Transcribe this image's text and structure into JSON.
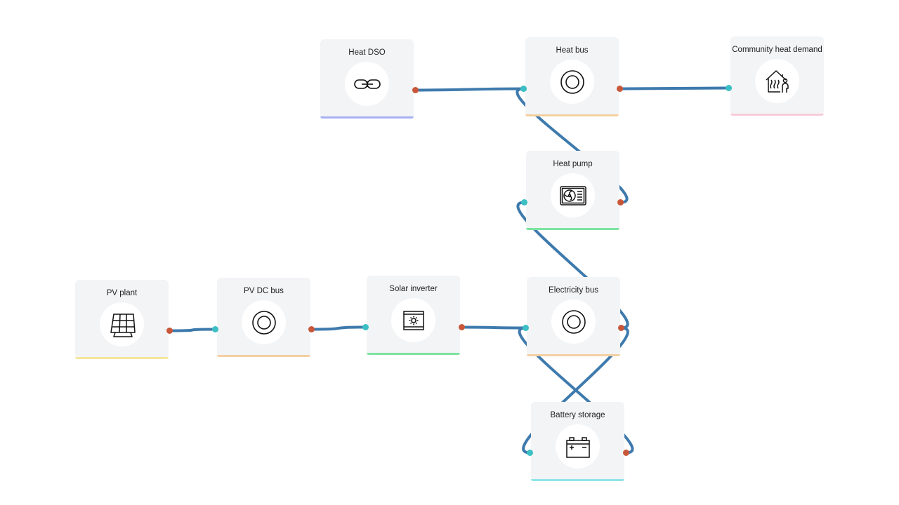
{
  "colors": {
    "edge": "#3e7aad",
    "port_in": "#3bbfc4",
    "port_out": "#c8573a",
    "node_bg": "#f2f4f6"
  },
  "nodes": {
    "heat_dso": {
      "label": "Heat DSO",
      "icon": "grid-link-icon",
      "accent": "#a7b0f0"
    },
    "heat_bus": {
      "label": "Heat bus",
      "icon": "bus-ring-icon",
      "accent": "#f3cfa0"
    },
    "community_heat_demand": {
      "label": "Community heat demand",
      "icon": "house-heat-demand-icon",
      "accent": "#f7cdd8"
    },
    "heat_pump": {
      "label": "Heat pump",
      "icon": "heat-pump-icon",
      "accent": "#7de3a0"
    },
    "pv_plant": {
      "label": "PV plant",
      "icon": "solar-panel-icon",
      "accent": "#f6e79a"
    },
    "pv_dc_bus": {
      "label": "PV DC bus",
      "icon": "bus-ring-icon",
      "accent": "#f3cfa0"
    },
    "solar_inverter": {
      "label": "Solar inverter",
      "icon": "inverter-icon",
      "accent": "#7de3a0"
    },
    "electricity_bus": {
      "label": "Electricity bus",
      "icon": "bus-ring-icon",
      "accent": "#f3cfa0"
    },
    "battery_storage": {
      "label": "Battery storage",
      "icon": "battery-icon",
      "accent": "#8ee6ea"
    }
  },
  "edges": [
    {
      "from": "heat_dso.out",
      "to": "heat_bus.in"
    },
    {
      "from": "heat_bus.out",
      "to": "community_heat_demand.in"
    },
    {
      "from": "heat_bus.in",
      "to": "heat_pump.out"
    },
    {
      "from": "heat_pump.in",
      "to": "electricity_bus.out"
    },
    {
      "from": "pv_plant.out",
      "to": "pv_dc_bus.in"
    },
    {
      "from": "pv_dc_bus.out",
      "to": "solar_inverter.in"
    },
    {
      "from": "solar_inverter.out",
      "to": "electricity_bus.in"
    },
    {
      "from": "electricity_bus.in",
      "to": "battery_storage.out"
    },
    {
      "from": "electricity_bus.out",
      "to": "battery_storage.in"
    }
  ]
}
